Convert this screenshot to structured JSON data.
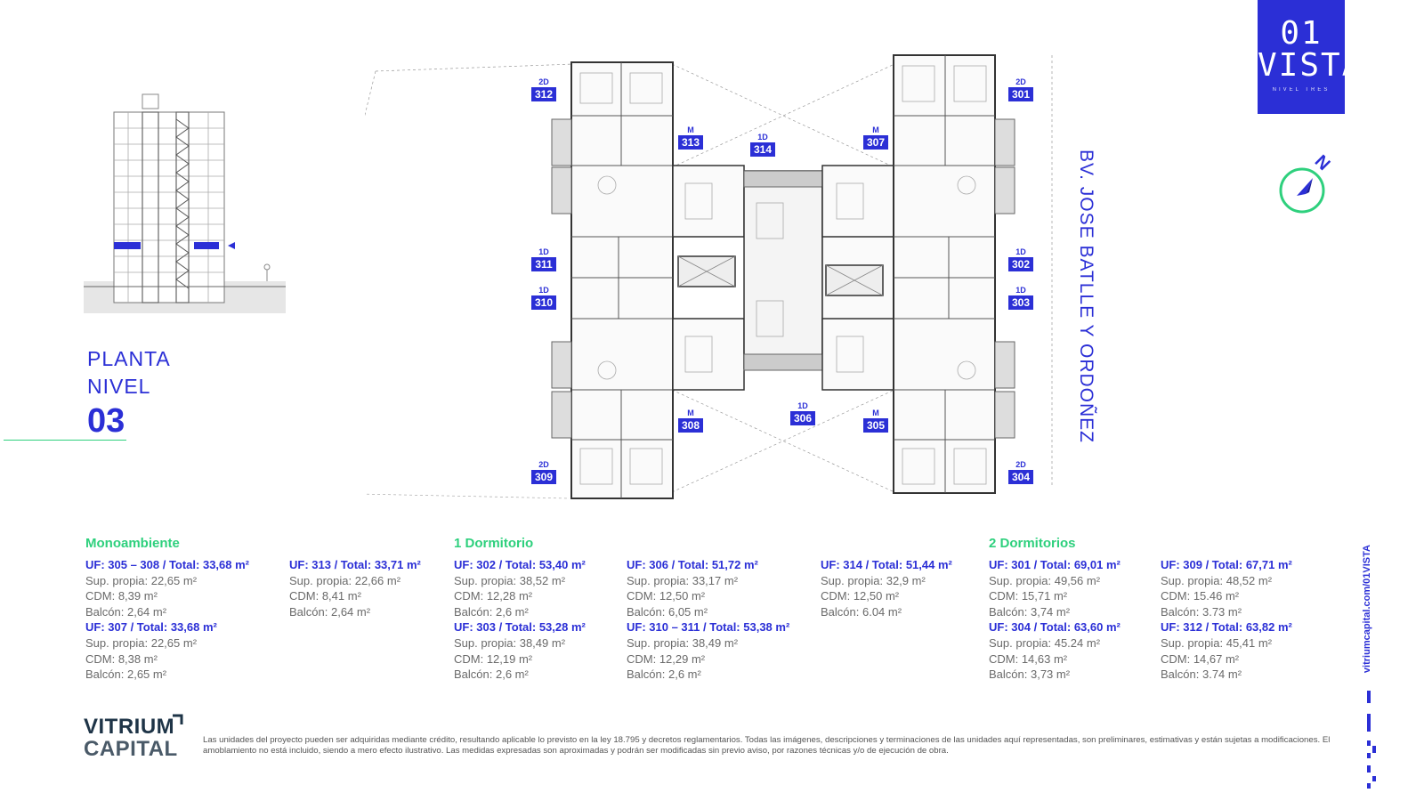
{
  "logo": {
    "line1": "01",
    "line2": "VISTA",
    "sub": "NIVEL TRES"
  },
  "planta": {
    "line1": "PLANTA",
    "line2": "NIVEL",
    "number": "03"
  },
  "street": "BV. JOSE BATLLE Y ORDOÑEZ",
  "compass": {
    "label": "N"
  },
  "units": [
    {
      "type": "2D",
      "num": "312"
    },
    {
      "type": "M",
      "num": "313"
    },
    {
      "type": "1D",
      "num": "314"
    },
    {
      "type": "M",
      "num": "307"
    },
    {
      "type": "2D",
      "num": "301"
    },
    {
      "type": "1D",
      "num": "311"
    },
    {
      "type": "1D",
      "num": "310"
    },
    {
      "type": "1D",
      "num": "302"
    },
    {
      "type": "1D",
      "num": "303"
    },
    {
      "type": "M",
      "num": "308"
    },
    {
      "type": "1D",
      "num": "306"
    },
    {
      "type": "M",
      "num": "305"
    },
    {
      "type": "2D",
      "num": "309"
    },
    {
      "type": "2D",
      "num": "304"
    }
  ],
  "categories": {
    "mono": "Monoambiente",
    "one": "1 Dormitorio",
    "two": "2 Dormitorios"
  },
  "specs": {
    "c1a": {
      "title": "UF: 305 – 308 / Total: 33,68 m²",
      "lines": [
        "Sup. propia: 22,65 m²",
        "CDM: 8,39 m²",
        "Balcón: 2,64 m²"
      ]
    },
    "c1b": {
      "title": "UF: 307 / Total: 33,68 m²",
      "lines": [
        "Sup. propia: 22,65 m²",
        "CDM: 8,38 m²",
        "Balcón: 2,65 m²"
      ]
    },
    "c2a": {
      "title": "UF: 313 / Total: 33,71 m²",
      "lines": [
        "Sup. propia: 22,66 m²",
        "CDM: 8,41 m²",
        "Balcón: 2,64 m²"
      ]
    },
    "c3a": {
      "title": "UF: 302 / Total: 53,40 m²",
      "lines": [
        "Sup. propia: 38,52 m²",
        "CDM: 12,28 m²",
        "Balcón: 2,6 m²"
      ]
    },
    "c3b": {
      "title": "UF: 303 / Total: 53,28 m²",
      "lines": [
        "Sup. propia: 38,49  m²",
        "CDM: 12,19 m²",
        "Balcón: 2,6 m²"
      ]
    },
    "c4a": {
      "title": "UF: 306 / Total: 51,72 m²",
      "lines": [
        "Sup. propia: 33,17 m²",
        "CDM: 12,50 m²",
        "Balcón: 6,05 m²"
      ]
    },
    "c4b": {
      "title": "UF: 310 – 311 / Total: 53,38 m²",
      "lines": [
        "Sup. propia: 38,49 m²",
        "CDM: 12,29 m²",
        "Balcón: 2,6 m²"
      ]
    },
    "c5a": {
      "title": "UF: 314 / Total: 51,44 m²",
      "lines": [
        "Sup. propia: 32,9 m²",
        "CDM: 12,50 m²",
        "Balcón: 6.04 m²"
      ]
    },
    "c6a": {
      "title": "UF: 301 / Total: 69,01 m²",
      "lines": [
        "Sup. propia: 49,56  m²",
        "CDM: 15,71 m²",
        "Balcón: 3,74 m²"
      ]
    },
    "c6b": {
      "title": "UF: 304 / Total: 63,60 m²",
      "lines": [
        "Sup. propia: 45.24 m²",
        "CDM: 14,63 m²",
        "Balcón: 3,73 m²"
      ]
    },
    "c7a": {
      "title": "UF: 309 / Total: 67,71 m²",
      "lines": [
        "Sup. propia: 48,52 m²",
        "CDM: 15.46 m²",
        "Balcón: 3.73 m²"
      ]
    },
    "c7b": {
      "title": "UF: 312 / Total: 63,82 m²",
      "lines": [
        "Sup. propia: 45,41 m²",
        "CDM: 14,67 m²",
        "Balcón: 3.74 m²"
      ]
    }
  },
  "brand": {
    "line1": "VITRIUM",
    "line2": "CAPITAL"
  },
  "disclaimer": "Las unidades del proyecto pueden ser adquiridas mediante crédito, resultando aplicable lo previsto en la ley 18.795 y decretos reglamentarios. Todas las imágenes, descripciones y terminaciones de las unidades aquí representadas, son preliminares, estimativas y están sujetas a modificaciones. El amoblamiento no está incluido, siendo a mero efecto ilustrativo. Las medidas expresadas son aproximadas y podrán ser modificadas sin previo aviso, por razones técnicas y/o de ejecución de obra.",
  "side_url": "vitriumcapital.com/01VISTA",
  "colors": {
    "blue": "#2b2fd6",
    "green": "#2ed07d",
    "navy": "#1e3447"
  }
}
